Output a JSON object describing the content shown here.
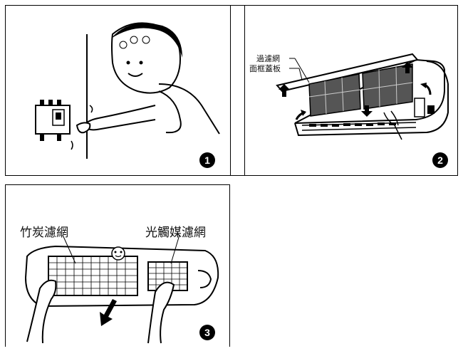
{
  "panel1": {
    "step_number": "1"
  },
  "panel2": {
    "step_number": "2",
    "label_filter": "過濾網",
    "label_front_panel": "面框蓋板"
  },
  "panel3": {
    "step_number": "3",
    "label_charcoal_filter": "竹炭濾網",
    "label_photocatalyst_filter": "光觸媒濾網"
  }
}
